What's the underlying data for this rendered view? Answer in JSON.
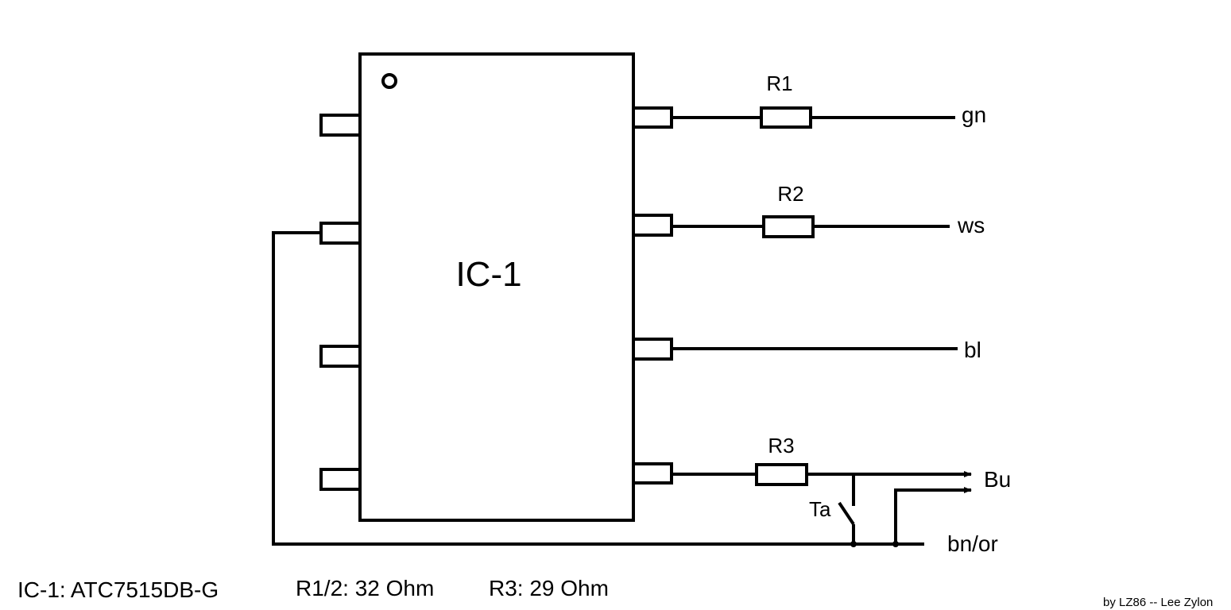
{
  "ic": {
    "label": "IC-1"
  },
  "resistors": {
    "r1": "R1",
    "r2": "R2",
    "r3": "R3"
  },
  "switch": {
    "label": "Ta"
  },
  "terminals": {
    "gn": "gn",
    "ws": "ws",
    "bl": "bl",
    "bu": "Bu",
    "bnor": "bn/or"
  },
  "footer": {
    "ic_spec": "IC-1: ATC7515DB-G",
    "r12_spec": "R1/2: 32 Ohm",
    "r3_spec": "R3: 29 Ohm",
    "credit": "by LZ86 -- Lee Zylon"
  }
}
